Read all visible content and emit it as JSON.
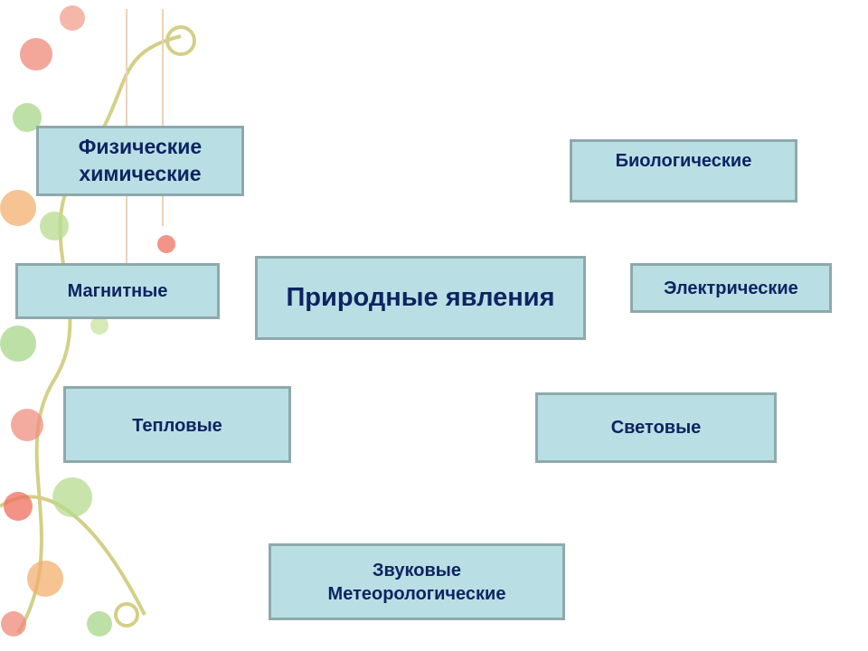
{
  "center": {
    "label": "Природные явления"
  },
  "nodes": [
    {
      "id": "physical",
      "lines": [
        "Физические",
        "химические"
      ]
    },
    {
      "id": "biological",
      "lines": [
        "Биологические"
      ]
    },
    {
      "id": "magnetic",
      "lines": [
        "Магнитные"
      ]
    },
    {
      "id": "electric",
      "lines": [
        "Электрические"
      ]
    },
    {
      "id": "thermal",
      "lines": [
        "Тепловые"
      ]
    },
    {
      "id": "light",
      "lines": [
        "Световые"
      ]
    },
    {
      "id": "sound",
      "lines": [
        "Звуковые",
        "Метеорологические"
      ]
    }
  ],
  "colors": {
    "box_fill": "#b9dfe4",
    "box_border": "#8ea9ab",
    "text": "#0d2462"
  }
}
